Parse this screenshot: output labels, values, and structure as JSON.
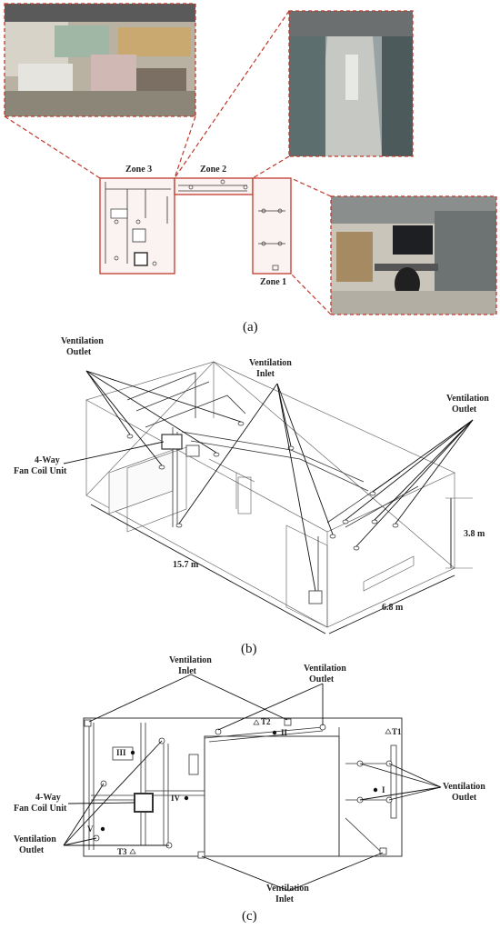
{
  "panel_a": {
    "zone1": "Zone 1",
    "zone2": "Zone 2",
    "zone3": "Zone 3",
    "caption": "(a)",
    "frame_color": "#c0392b"
  },
  "panel_b": {
    "vent_outlet_left_1": "Ventilation",
    "vent_outlet_left_2": "Outlet",
    "vent_inlet_1": "Ventilation",
    "vent_inlet_2": "Inlet",
    "vent_outlet_right_1": "Ventilation",
    "vent_outlet_right_2": "Outlet",
    "fcu_1": "4-Way",
    "fcu_2": "Fan Coil Unit",
    "dim_length": "15.7 m",
    "dim_width": "6.8 m",
    "dim_height": "3.8 m",
    "caption": "(b)"
  },
  "panel_c": {
    "vent_inlet_top_1": "Ventilation",
    "vent_inlet_top_2": "Inlet",
    "vent_outlet_top_1": "Ventilation",
    "vent_outlet_top_2": "Outlet",
    "fcu_1": "4-Way",
    "fcu_2": "Fan Coil Unit",
    "vent_outlet_left_1": "Ventilation",
    "vent_outlet_left_2": "Outlet",
    "vent_outlet_right_1": "Ventilation",
    "vent_outlet_right_2": "Outlet",
    "vent_inlet_bottom_1": "Ventilation",
    "vent_inlet_bottom_2": "Inlet",
    "t1": "T1",
    "t2": "T2",
    "t3": "T3",
    "p1": "I",
    "p2": "II",
    "p3": "III",
    "p4": "IV",
    "p5": "V",
    "caption": "(c)"
  }
}
